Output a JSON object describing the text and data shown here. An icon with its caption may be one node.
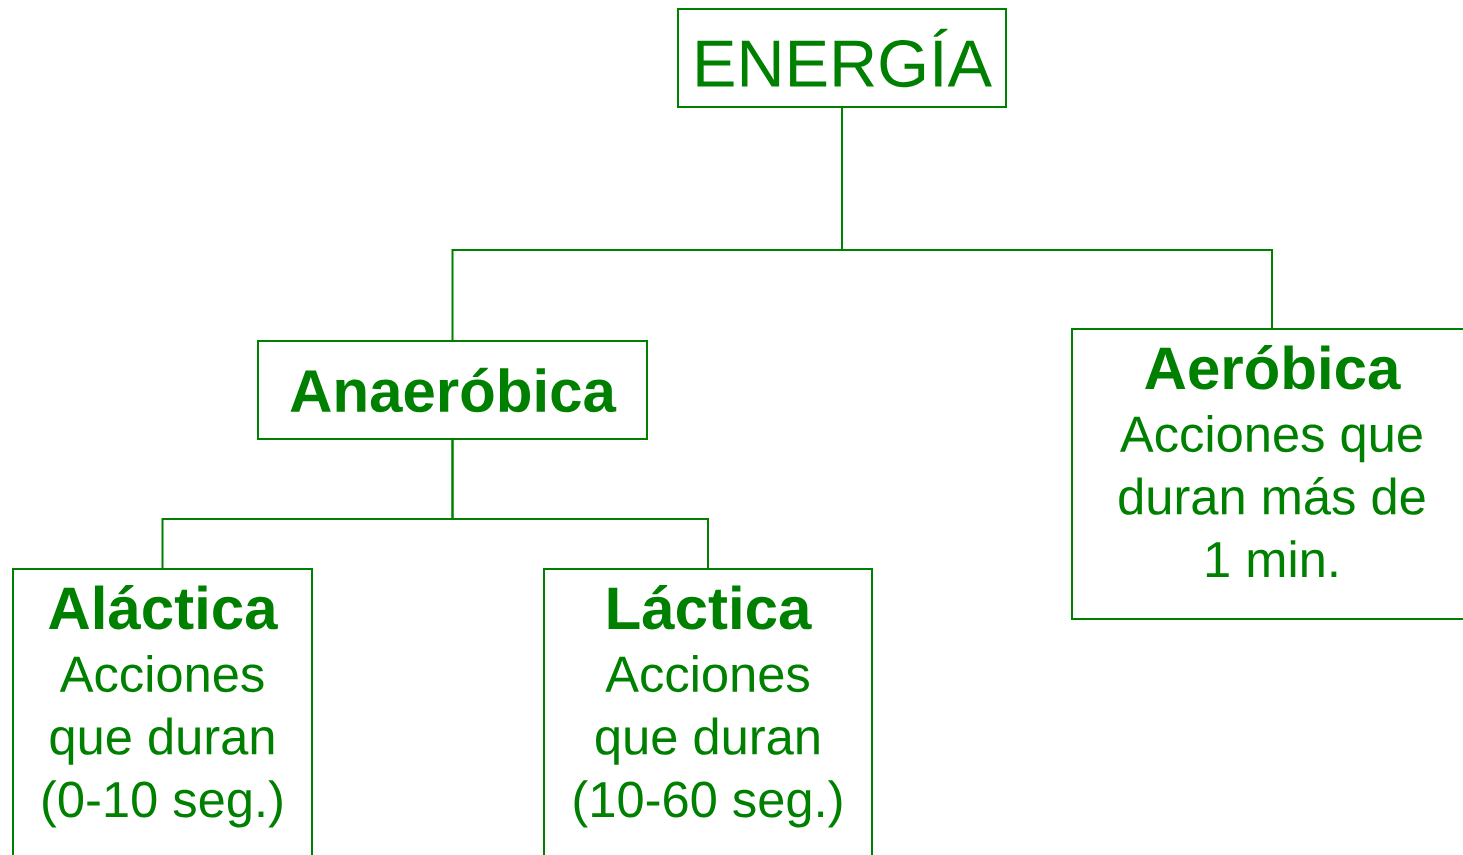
{
  "diagram": {
    "nodes": [
      {
        "text": [
          "ENERGÍA"
        ]
      },
      {
        "text": [
          "Anaeróbica"
        ]
      },
      {
        "text": [
          "Aeróbica",
          "Acciones que duran más de 1 min."
        ]
      },
      {
        "text": [
          "Aláctica",
          "Acciones que duran (0-10 seg.)"
        ]
      },
      {
        "text": [
          "Láctica",
          "Acciones que duran (10-60 seg.)"
        ]
      }
    ],
    "edges": [
      {
        "from": 0,
        "to": 1,
        "arrow": "none"
      },
      {
        "from": 0,
        "to": 2,
        "arrow": "none"
      },
      {
        "from": 1,
        "to": 3,
        "arrow": "none"
      },
      {
        "from": 1,
        "to": 4,
        "arrow": "none"
      }
    ]
  }
}
